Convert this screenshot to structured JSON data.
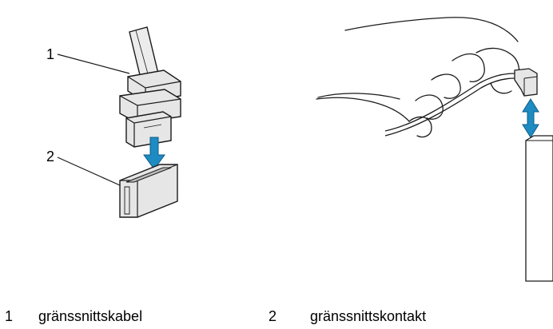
{
  "callouts": {
    "one": "1",
    "two": "2"
  },
  "legend": [
    {
      "number": "1",
      "label": "gränssnittskabel"
    },
    {
      "number": "2",
      "label": "gränssnittskontakt"
    }
  ],
  "colors": {
    "connector_fill": "#e6e6e6",
    "connector_stroke": "#1a1a1a",
    "arrow_fill": "#1e8bc3",
    "hand_stroke": "#1a1a1a"
  }
}
